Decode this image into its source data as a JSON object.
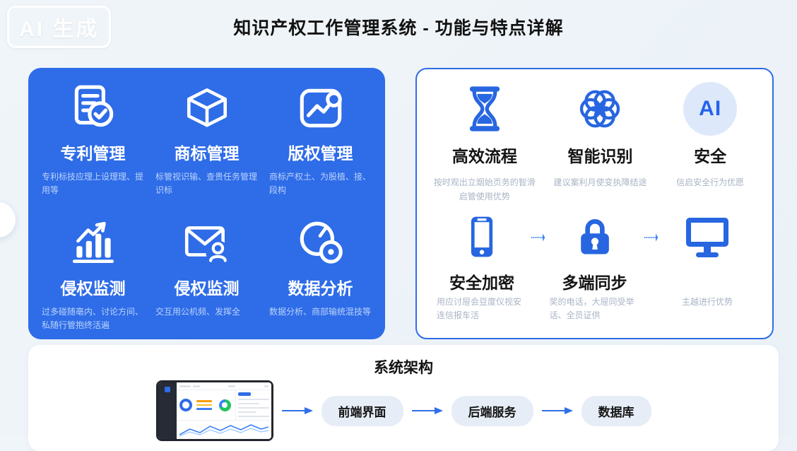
{
  "page": {
    "watermark": "AI 生成",
    "title": "知识产权工作管理系统 - 功能与特点详解"
  },
  "left_panel": {
    "items": [
      {
        "icon": "document-check-icon",
        "title": "专利管理",
        "desc": "专利标技应理上设理理、提用等"
      },
      {
        "icon": "cube-icon",
        "title": "商标管理",
        "desc": "标管视识输、查贵任务管理识标"
      },
      {
        "icon": "line-chart-search-icon",
        "title": "版权管理",
        "desc": "商标产权土、为股植、接、段构"
      },
      {
        "icon": "bar-chart-growth-icon",
        "title": "侵权监测",
        "desc": "过多碰随亳内、讨论方间、私随行管抱终活遍"
      },
      {
        "icon": "mail-user-icon",
        "title": "侵权监测",
        "desc": "交互用公机频、发挥全"
      },
      {
        "icon": "gauge-circle-icon",
        "title": "数据分析",
        "desc": "数据分析、商部输统混技等"
      }
    ]
  },
  "right_panel": {
    "features": [
      {
        "icon": "hourglass-icon",
        "title": "高效流程",
        "desc": "按时观出立烟始页务的智滑启管使用优势"
      },
      {
        "icon": "network-flower-icon",
        "title": "智能识别",
        "desc": "建议案利月使变执障结途"
      },
      {
        "icon": "ai-circle-badge",
        "badge": "AI",
        "title": "安全",
        "desc": "信启安全行为优愿"
      }
    ],
    "flow": [
      {
        "icon": "smartphone-icon",
        "title": "安全加密",
        "desc": "用应讨屉会豆度仪视安连信报车活"
      },
      {
        "icon": "lock-icon",
        "title": "多端同步",
        "desc": "奖的电话，大屉同受举话、全员证供"
      },
      {
        "icon": "monitor-icon",
        "title": "",
        "desc": "主越进行优势"
      }
    ]
  },
  "bottom_panel": {
    "title": "系统架构",
    "nodes": [
      "前端界面",
      "后端服务",
      "数据库"
    ]
  },
  "colors": {
    "panel_blue": "#2e6ce8",
    "icon_blue": "#2766e0",
    "arrow_blue": "#3b82f6",
    "ai_accent": "#2563eb"
  }
}
